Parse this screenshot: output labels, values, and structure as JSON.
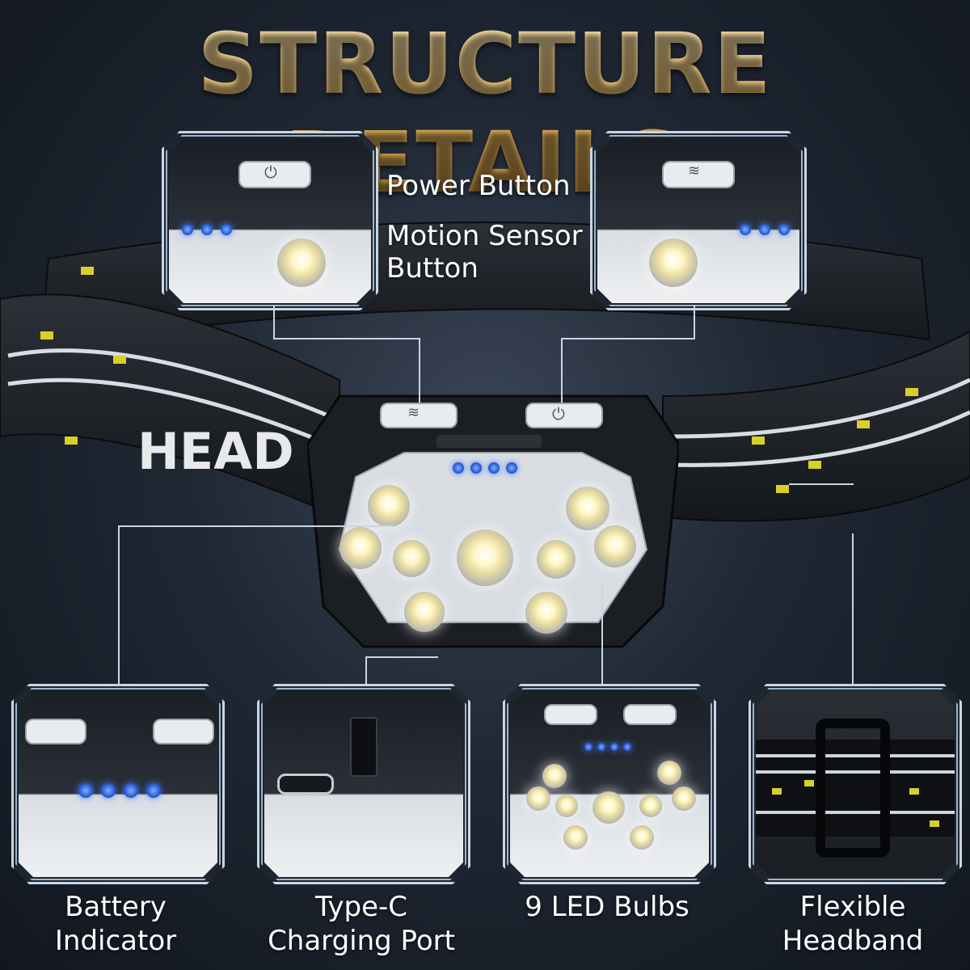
{
  "title": "STRUCTURE DETAILS",
  "strap_text": "HEAD",
  "callouts": {
    "power": "Power Button",
    "motion_line1": "Motion Sensor",
    "motion_line2": "Button",
    "battery_line1": "Battery",
    "battery_line2": "Indicator",
    "typec_line1": "Type-C",
    "typec_line2": "Charging Port",
    "bulbs": "9 LED Bulbs",
    "headband_line1": "Flexible",
    "headband_line2": "Headband"
  },
  "colors": {
    "title_gold": "#e1b25e",
    "frame": "#c9d6e6",
    "indicator_blue": "#2a5cd6",
    "strap_yellow": "#d8d02a"
  },
  "icons": [
    "power-icon",
    "wave-icon",
    "usb-c-icon"
  ]
}
